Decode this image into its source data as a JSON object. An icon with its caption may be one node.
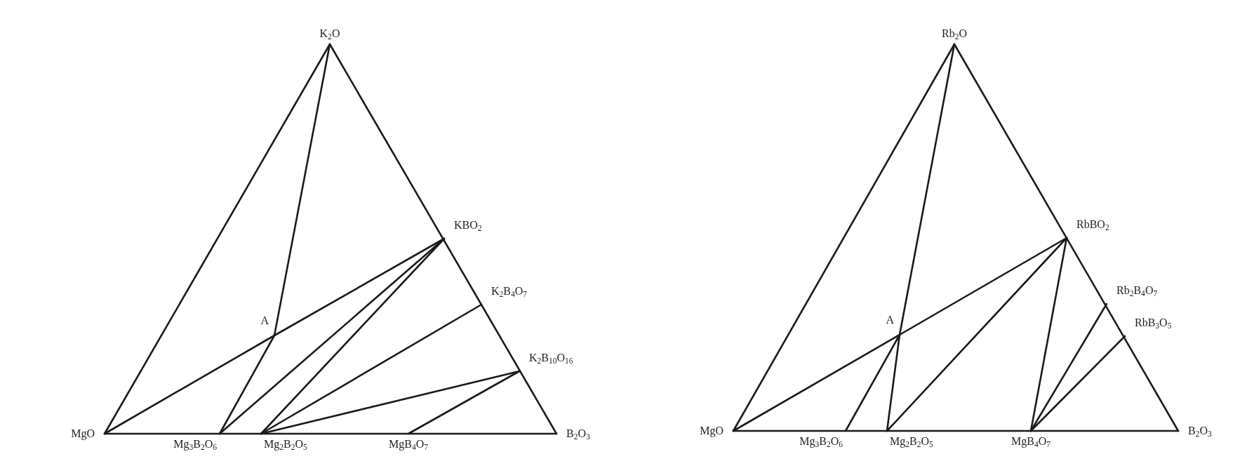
{
  "diagram": {
    "nodes": [
      {
        "text": [
          "K$_{2}$O"
        ]
      },
      {
        "text": [
          "KBO$_{2}$"
        ]
      },
      {
        "text": [
          "K$_{2}$B$_{4}$O$_{7}$"
        ]
      },
      {
        "text": [
          "A"
        ]
      },
      {
        "text": [
          "K$_{2}$B$_{10}$O$_{16}$"
        ]
      },
      {
        "text": [
          "MgO"
        ]
      },
      {
        "text": [
          "B$_{2}$O$_{3}$"
        ]
      },
      {
        "text": [
          "Mg$_{3}$B$_{2}$O$_{6}$"
        ]
      },
      {
        "text": [
          "Mg$_{2}$B$_{2}$O$_{5}$"
        ]
      },
      {
        "text": [
          "MgB$_{4}$O$_{7}$"
        ]
      },
      {
        "text": [
          "Rb$_{2}$O"
        ]
      },
      {
        "text": [
          "RbBO$_{2}$"
        ]
      },
      {
        "text": [
          "Rb$_{2}$B$_{4}$O$_{7}$"
        ]
      },
      {
        "text": [
          "A"
        ]
      },
      {
        "text": [
          "RbB$_{3}$O$_{5}$"
        ]
      },
      {
        "text": [
          "MgO"
        ]
      },
      {
        "text": [
          "B$_{2}$O$_{3}$"
        ]
      },
      {
        "text": [
          "Mg$_{3}$B$_{2}$O$_{6}$"
        ]
      },
      {
        "text": [
          "Mg$_{2}$B$_{2}$O$_{5}$"
        ]
      },
      {
        "text": [
          "MgB$_{4}$O$_{7}$"
        ]
      }
    ],
    "edges": [
      {
        "from": 5,
        "to": 0,
        "arrow": "none"
      },
      {
        "from": 0,
        "to": 6,
        "arrow": "none"
      },
      {
        "from": 5,
        "to": 6,
        "arrow": "none"
      },
      {
        "from": 0,
        "to": 3,
        "arrow": "none"
      },
      {
        "from": 3,
        "to": 7,
        "arrow": "none"
      },
      {
        "from": 5,
        "to": 3,
        "arrow": "none"
      },
      {
        "from": 3,
        "to": 1,
        "arrow": "none"
      },
      {
        "from": 1,
        "to": 7,
        "arrow": "none"
      },
      {
        "from": 1,
        "to": 8,
        "arrow": "none"
      },
      {
        "from": 2,
        "to": 8,
        "arrow": "none"
      },
      {
        "from": 4,
        "to": 8,
        "arrow": "none"
      },
      {
        "from": 4,
        "to": 9,
        "arrow": "none"
      },
      {
        "from": 15,
        "to": 10,
        "arrow": "none"
      },
      {
        "from": 10,
        "to": 16,
        "arrow": "none"
      },
      {
        "from": 15,
        "to": 16,
        "arrow": "none"
      },
      {
        "from": 10,
        "to": 13,
        "arrow": "none"
      },
      {
        "from": 13,
        "to": 18,
        "arrow": "none"
      },
      {
        "from": 13,
        "to": 17,
        "arrow": "none"
      },
      {
        "from": 15,
        "to": 13,
        "arrow": "none"
      },
      {
        "from": 13,
        "to": 11,
        "arrow": "none"
      },
      {
        "from": 11,
        "to": 18,
        "arrow": "none"
      },
      {
        "from": 11,
        "to": 19,
        "arrow": "none"
      },
      {
        "from": 12,
        "to": 19,
        "arrow": "none"
      },
      {
        "from": 14,
        "to": 19,
        "arrow": "none"
      }
    ]
  }
}
